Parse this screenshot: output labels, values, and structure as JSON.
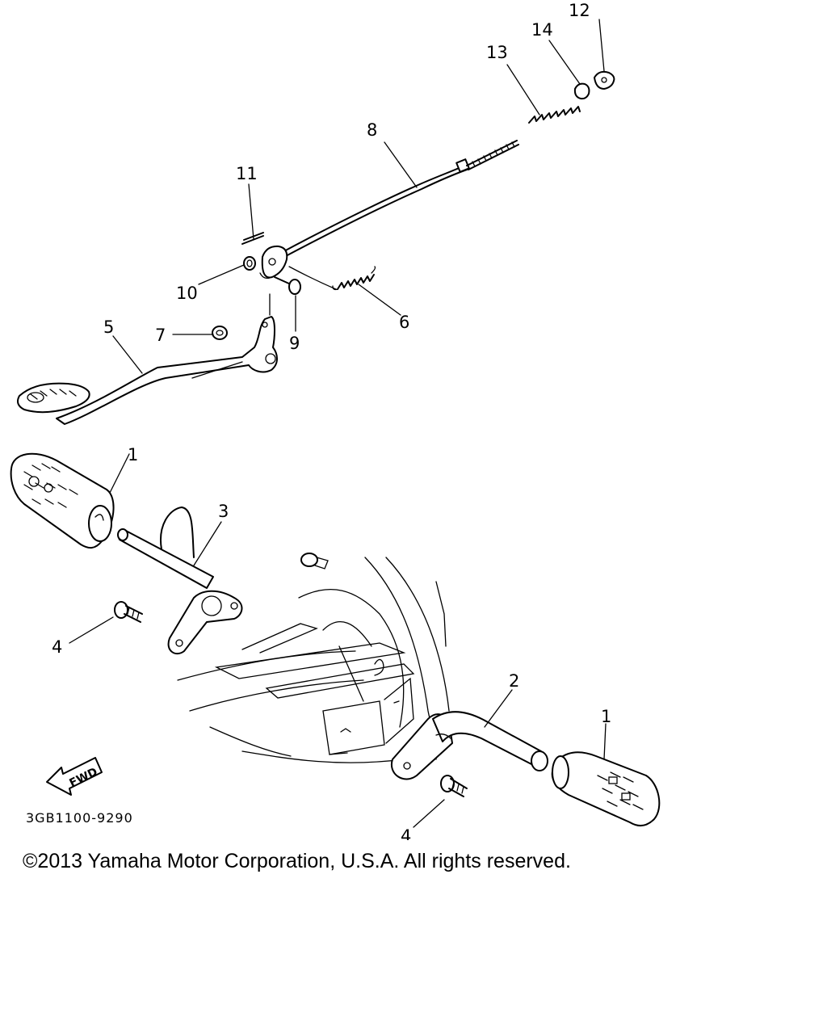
{
  "diagram": {
    "part_numbers": [
      "1",
      "1",
      "2",
      "3",
      "4",
      "4",
      "5",
      "6",
      "7",
      "8",
      "9",
      "10",
      "11",
      "12",
      "13",
      "14"
    ],
    "fwd_label": "FWD",
    "reference_code": "3GB1100-9290"
  },
  "footer": {
    "copyright": "©2013 Yamaha Motor Corporation, U.S.A. All rights reserved."
  }
}
